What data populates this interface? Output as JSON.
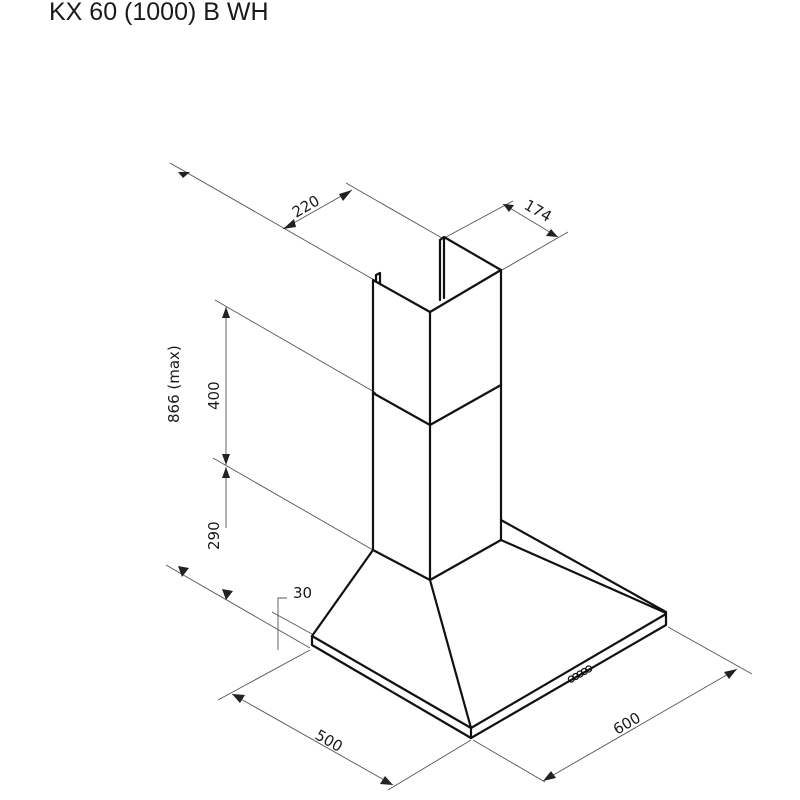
{
  "title": "KX 60 (1000) B WH",
  "drawing": {
    "type": "isometric dimension drawing of chimney cooker hood",
    "colors": {
      "line": "#111111",
      "dimension": "#555555",
      "background": "#ffffff"
    }
  },
  "dimensions": {
    "chimney_width": "220",
    "chimney_depth": "174",
    "max_height": "866 (max)",
    "upper_chimney": "400",
    "lower_chimney": "290",
    "hood_thickness": "30",
    "hood_depth": "500",
    "hood_width": "600"
  },
  "features": {
    "control_buttons_icon": "control-buttons",
    "button_count": 5
  }
}
